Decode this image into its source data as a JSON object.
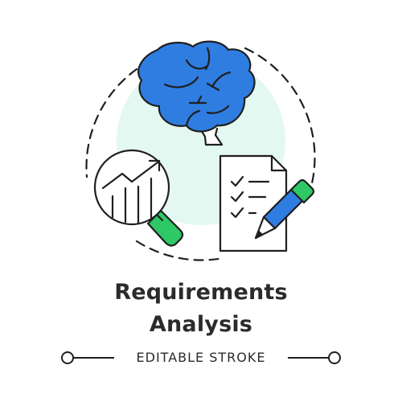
{
  "title_line1": "Requirements",
  "title_line2": "Analysis",
  "subtitle": "EDITABLE STROKE",
  "colors": {
    "outline": "#1f1f1f",
    "brain": "#2f7de1",
    "accent_green": "#2ec866",
    "mint_circle": "#e3f8f1",
    "text": "#2b2b2b"
  },
  "icons": [
    "brain-icon",
    "magnifier-chart-icon",
    "checklist-document-icon",
    "pencil-icon"
  ]
}
